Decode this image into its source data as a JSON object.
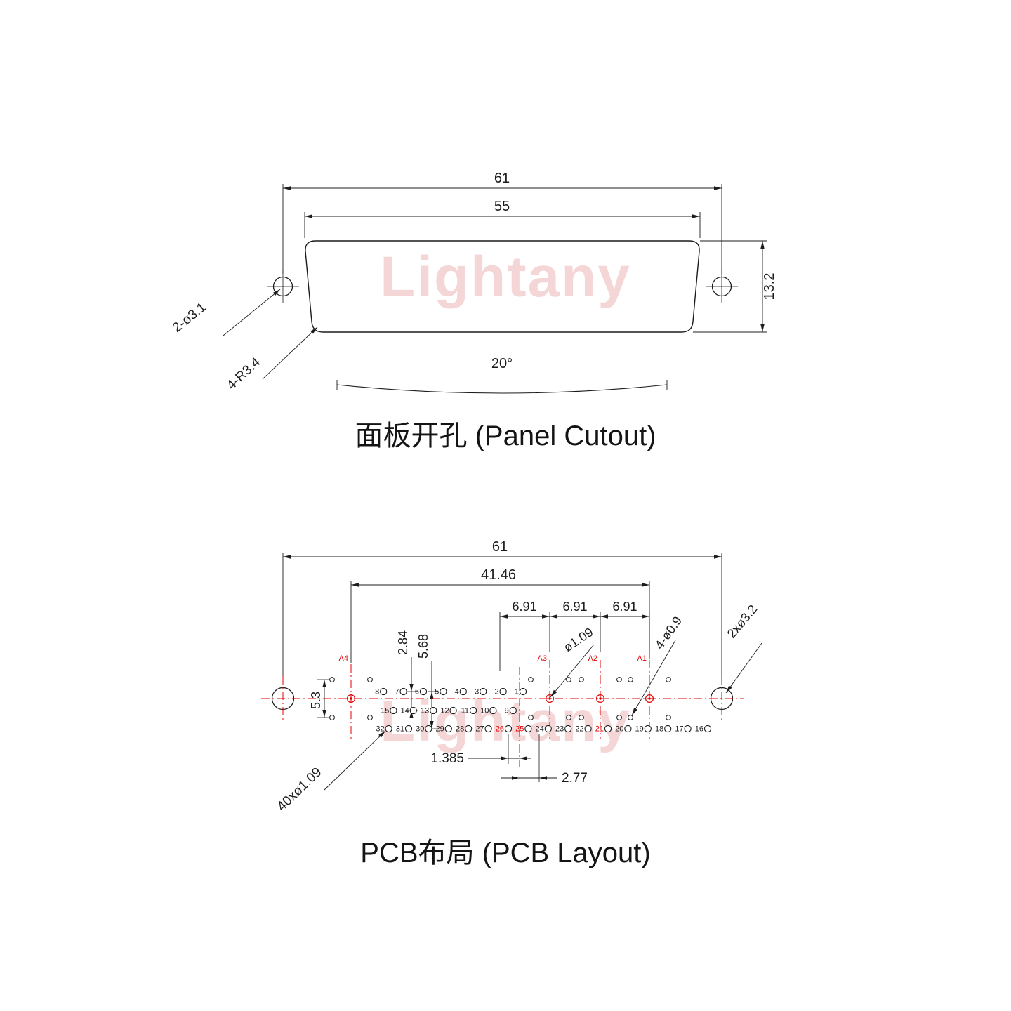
{
  "colors": {
    "line": "#1c1c1c",
    "accent_red": "#e60000",
    "watermark": "#eeb6b6"
  },
  "watermark": {
    "text": "Lightany"
  },
  "panel": {
    "title": "面板开孔 (Panel Cutout)",
    "dim_overall": "61",
    "dim_cutout": "55",
    "dim_height": "13.2",
    "label_holes": "2-ø3.1",
    "label_radius": "4-R3.4",
    "label_angle": "20°"
  },
  "pcb": {
    "title": "PCB布局 (PCB Layout)",
    "dim_overall": "61",
    "dim_a_span": "41.46",
    "dim_a_pitch": [
      "6.91",
      "6.91",
      "6.91"
    ],
    "dim_row_gap": "2.84",
    "dim_row_span": "5.68",
    "dim_shield_span": "5.3",
    "dim_half_pitch": "1.385",
    "dim_pitch": "2.77",
    "label_pin_hole": "ø1.09",
    "label_shield_holes": "4-ø0.9",
    "label_mount_holes": "2xø3.2",
    "label_all_pins": "40xø1.09",
    "a_pins": [
      {
        "label": "A1"
      },
      {
        "label": "A2"
      },
      {
        "label": "A3"
      },
      {
        "label": "A4"
      }
    ],
    "pin_rows": {
      "top": [
        "8",
        "7",
        "6",
        "5",
        "4",
        "3",
        "2",
        "1"
      ],
      "middle": [
        "15",
        "14",
        "13",
        "12",
        "11",
        "10",
        "9"
      ],
      "bottom": [
        "32",
        "31",
        "30",
        "29",
        "28",
        "27",
        "26",
        "25",
        "24",
        "23",
        "22",
        "21",
        "20",
        "19",
        "18",
        "17",
        "16"
      ]
    },
    "red_pin_labels": [
      "26",
      "25",
      "21"
    ]
  }
}
